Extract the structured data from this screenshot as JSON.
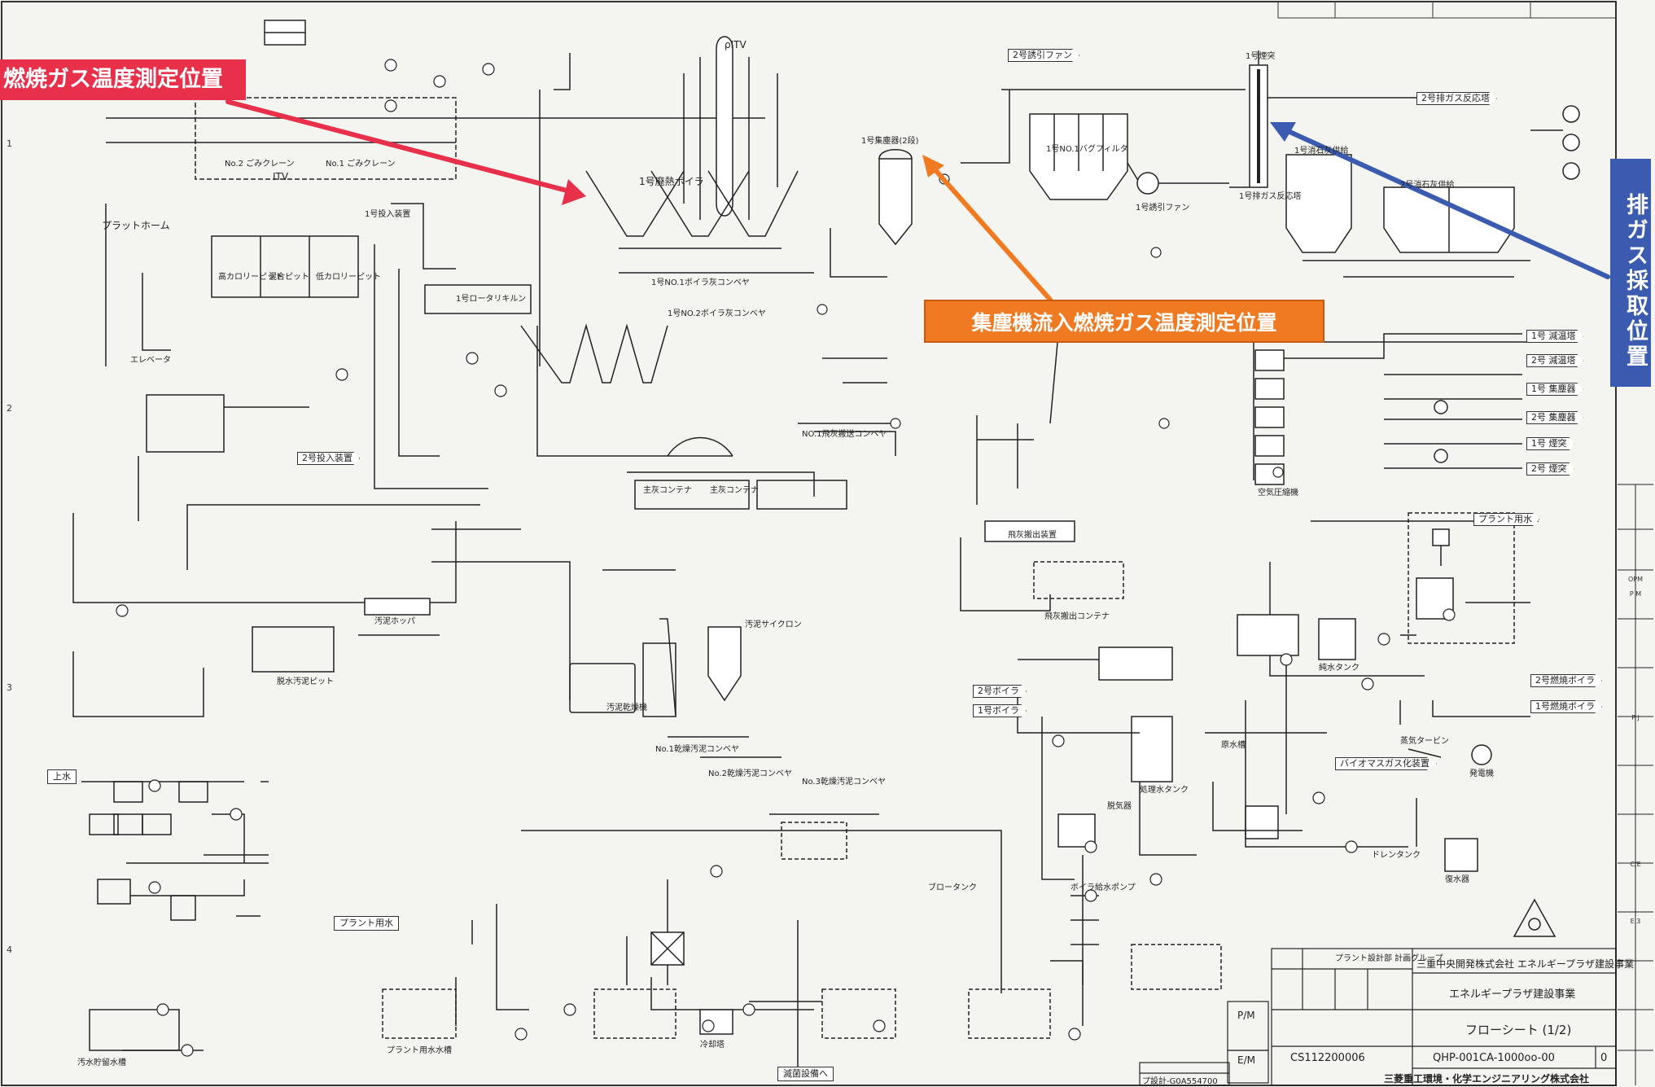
{
  "callouts": {
    "combustion_gas_temp": "燃焼ガス温度測定位置",
    "dust_collector_inlet_temp": "集塵機流入燃焼ガス温度測定位置",
    "exhaust_gas_sampling": "排ガス採取位置"
  },
  "colors": {
    "callout_red": "#e8304a",
    "callout_orange": "#f07a22",
    "callout_blue": "#3a5bb0",
    "line": "#222222"
  },
  "labels": {
    "itv_1": "ρITV",
    "boiler_1": "1号廃熱ボイラ",
    "no2_crane": "No.2 ごみクレーン",
    "no1_crane": "No.1 ごみクレーン",
    "itv_2": "ITV",
    "platform": "プラットホーム",
    "hopper_1": "1号投入装置",
    "pit_left": "高カロリーピット",
    "pit_mid": "混合ピット",
    "pit_right": "低カロリーピット",
    "rotary_kiln": "1号ロータリキルン",
    "elevator": "エレベータ",
    "dust_collector": "1号集塵器(2段)",
    "bag_filter": "1号NO.1バグフィルタ",
    "induced_fan": "1号誘引ファン",
    "chimney": "1号煙突",
    "reaction_tower": "1号排ガス反応塔",
    "conveyor_no1": "1号NO.1ボイラ灰コンベヤ",
    "conveyor_no2": "1号NO.2ボイラ灰コンベヤ",
    "air_tank": "空気圧縮機",
    "fly_ash_conveyor": "NO.1飛灰搬送コンベヤ",
    "fly_ash_silo": "飛灰搬出装置",
    "fly_ash_container": "飛灰搬出コンテナ",
    "main_container_1": "主灰コンテナ",
    "main_container_2": "主灰コンテナ",
    "sludge_cyclone": "汚泥サイクロン",
    "sludge_dryer": "汚泥乾燥機",
    "sludge_hopper": "汚泥ホッパ",
    "dry_conveyor_1": "No.1乾燥汚泥コンベヤ",
    "dry_conveyor_2": "No.2乾燥汚泥コンベヤ",
    "dry_conveyor_3": "No.3乾燥汚泥コンベヤ",
    "sludge_pit": "脱水汚泥ピット",
    "raw_water": "原水槽",
    "treated_water_tank": "処理水タンク",
    "pure_water_tank": "純水タンク",
    "drain_tank": "ドレンタンク",
    "steam_turbine": "蒸気タービン",
    "generator": "発電機",
    "condenser": "復水器",
    "deaerator": "脱気器",
    "boiler_feed_pump": "ボイラ給水ポンプ",
    "blow_tank": "ブロータンク",
    "plant_water": "プラント用水",
    "plant_water_tank": "プラント用水水槽",
    "cooling_tower": "冷却塔",
    "waste_water_tank": "汚水貯留水槽",
    "sterilize": "滅菌設備へ",
    "tap_water": "上水",
    "tag_1": "1号 減温塔",
    "tag_2": "2号 減温塔",
    "tag_3": "1号 集塵器",
    "tag_4": "2号 集塵器",
    "tag_5": "1号 煙突",
    "tag_6": "2号 煙突",
    "tag_7": "2号排ガス反応塔",
    "tag_8": "2号燃焼ボイラ",
    "tag_9": "1号燃焼ボイラ",
    "tag_10": "2号誘引ファン",
    "tag_11": "2号投入装置",
    "tag_12": "1号消石灰供給",
    "tag_13": "2号消石灰供給",
    "tag_14": "2号ボイラ",
    "tag_15": "1号ボイラ",
    "tag_16": "プラント用水",
    "tag_17": "バイオマスガス化装置"
  },
  "row_markers": [
    "1",
    "2",
    "3",
    "4"
  ],
  "side_strip": [
    "OPM",
    "P M",
    "P J",
    "C/E",
    "E 3",
    "P/M",
    "E/M"
  ],
  "title_block": {
    "dept": "プラント設計部 計画グループ",
    "client": "三重中央開発株式会社 エネルギープラザ建設事業",
    "project": "エネルギープラザ建設事業",
    "sheet_title": "フローシート (1/2)",
    "job_no": "CS112200006",
    "drawing_no": "QHP-001CA-1000oo-00",
    "rev": "0",
    "ref_no": "プ設計-G0A554700",
    "company": "三菱重工環境・化学エンジニアリング株式会社",
    "pm_label": "P/M",
    "em_label": "E/M"
  }
}
